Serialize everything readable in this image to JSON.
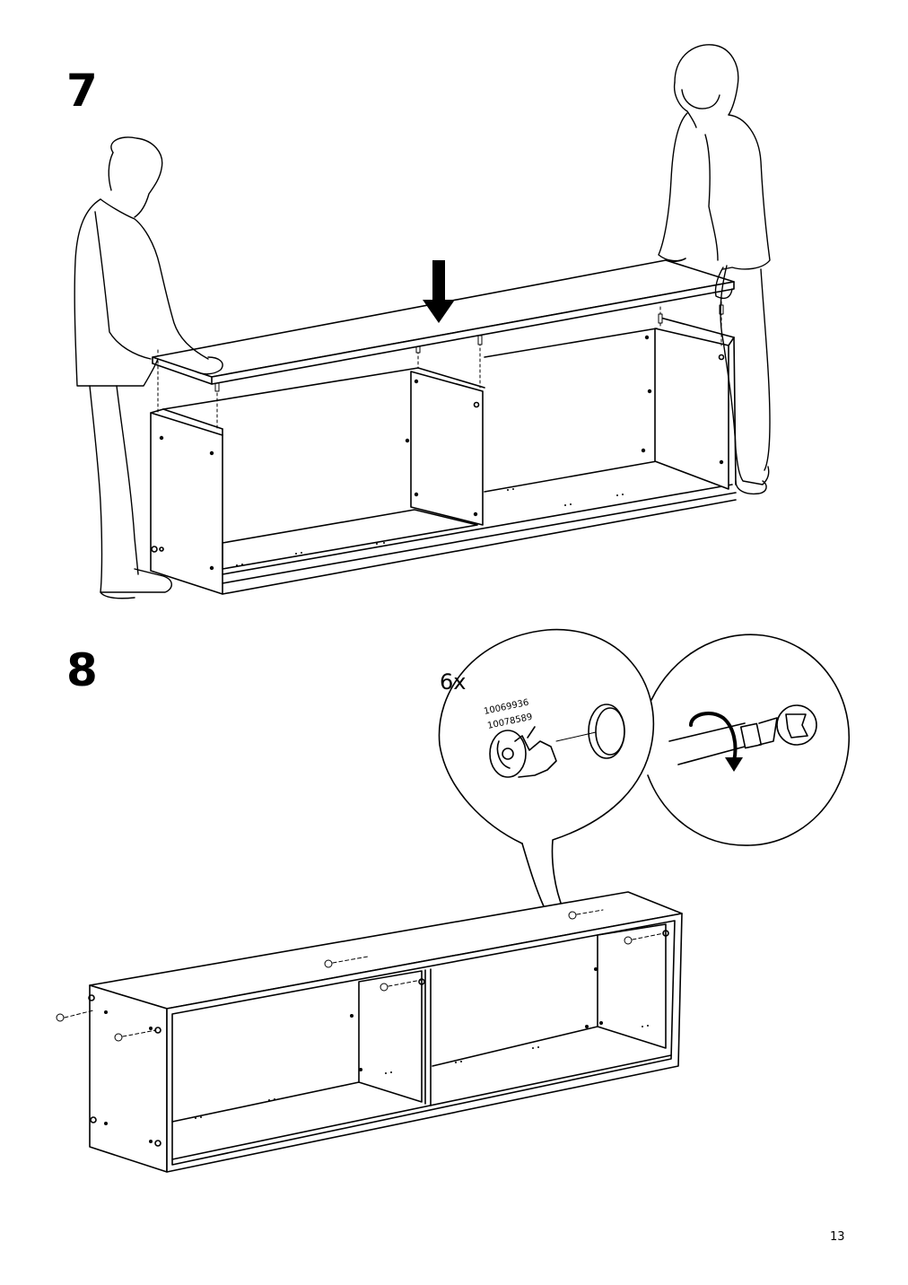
{
  "steps": [
    {
      "number": "7"
    },
    {
      "number": "8"
    }
  ],
  "detail": {
    "quantity": "6x",
    "part_numbers": [
      "10069936",
      "10078589"
    ]
  },
  "page_number": "13"
}
